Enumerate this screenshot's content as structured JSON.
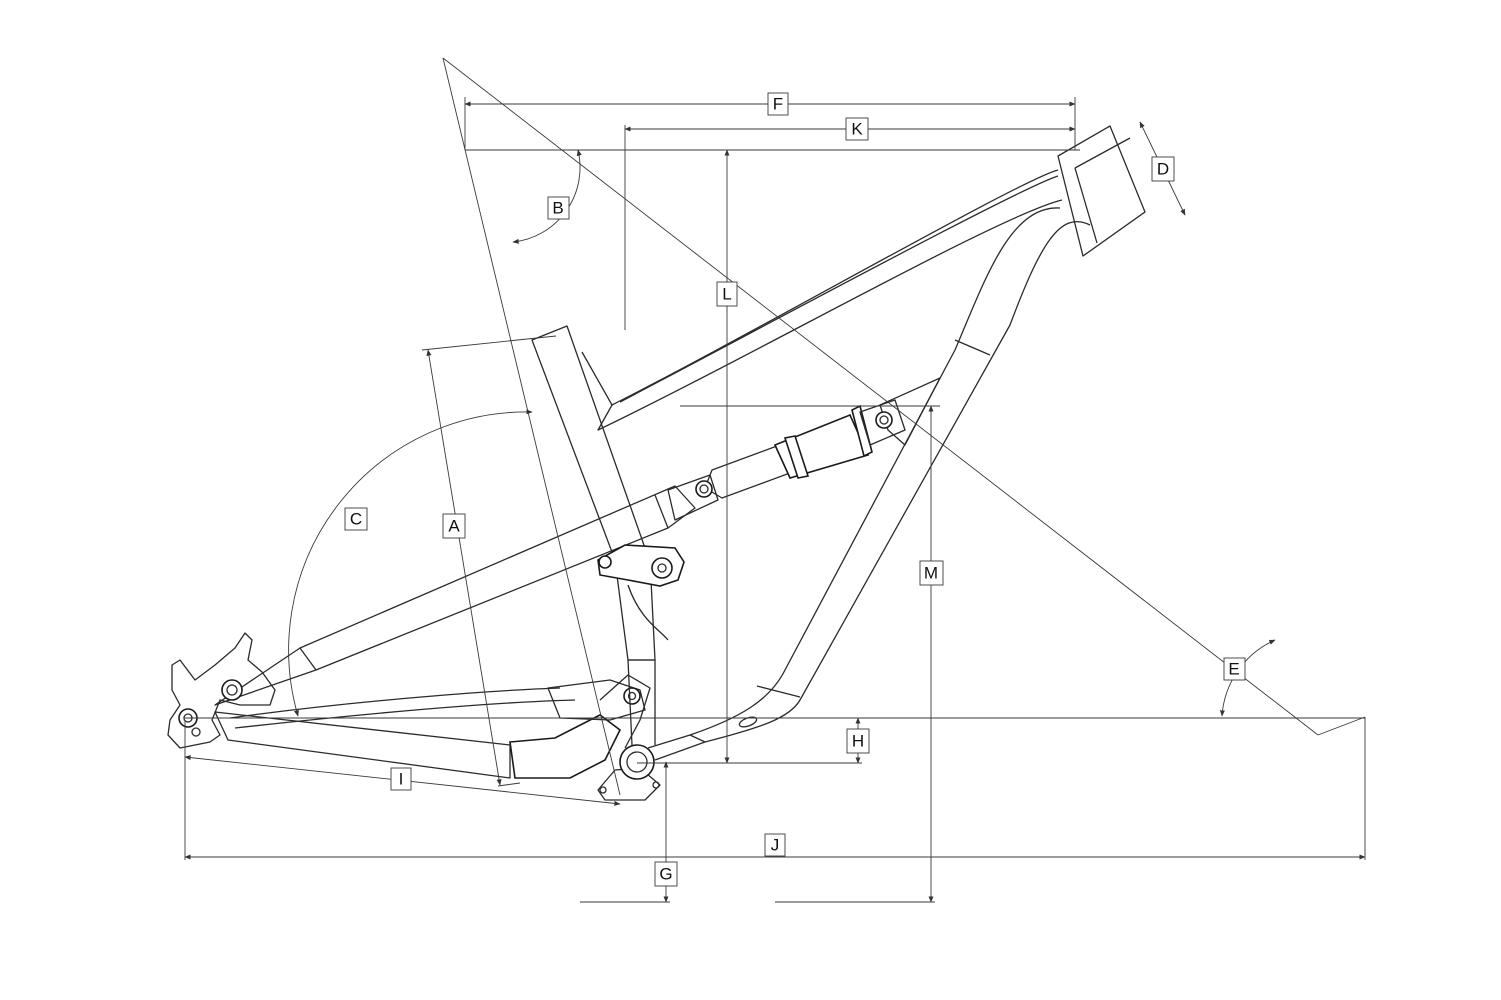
{
  "diagram": {
    "type": "bicycle-frame-geometry",
    "line_color": "#2b2b2b",
    "background": "#ffffff",
    "labels": {
      "A": "A",
      "B": "B",
      "C": "C",
      "D": "D",
      "E": "E",
      "F": "F",
      "G": "G",
      "H": "H",
      "I": "I",
      "J": "J",
      "K": "K",
      "L": "L",
      "M": "M"
    }
  }
}
